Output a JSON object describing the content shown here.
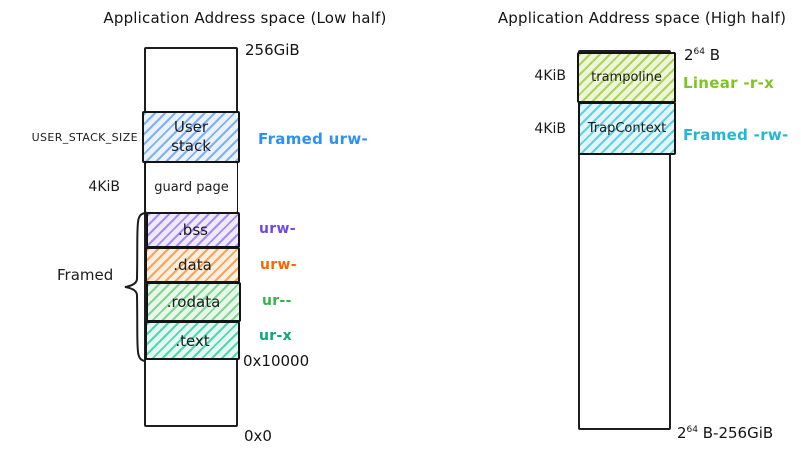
{
  "colors": {
    "ink": "#1c1c1c",
    "user_stack_perm_blue": "#2e90f0",
    "bss_perm_purple": "#7048e8",
    "data_perm_orange": "#f76707",
    "rodata_perm_green": "#37b24d",
    "text_perm_teal": "#0ca678",
    "trampoline_perm_green": "#7fc327",
    "trap_context_perm_cyan": "#22b8cf"
  },
  "left_diagram": {
    "title": "Application Address space (Low half)",
    "addresses": {
      "top": "256GiB",
      "text_base": "0x10000",
      "bottom": "0x0"
    },
    "size_labels": {
      "user_stack": "USER_STACK_SIZE",
      "guard": "4KiB"
    },
    "brace_label": "Framed",
    "segments": {
      "user_stack": {
        "label": "User stack",
        "perm": "Framed urw-",
        "perm_color": "#2e90f0"
      },
      "guard_page": {
        "label": "guard page"
      },
      "bss": {
        "label": ".bss",
        "perm": "urw-",
        "perm_color": "#7048e8"
      },
      "data": {
        "label": ".data",
        "perm": "urw-",
        "perm_color": "#f76707"
      },
      "rodata": {
        "label": ".rodata",
        "perm": "ur--",
        "perm_color": "#37b24d"
      },
      "text": {
        "label": ".text",
        "perm": "ur-x",
        "perm_color": "#0ca678"
      }
    }
  },
  "right_diagram": {
    "title": "Application Address space (High half)",
    "addresses": {
      "top_base": "2",
      "top_exp": "64",
      "top_suffix": " B",
      "bottom_base": "2",
      "bottom_exp": "64",
      "bottom_suffix": " B-256GiB"
    },
    "size_labels": {
      "trampoline": "4KiB",
      "trap_context": "4KiB"
    },
    "segments": {
      "trampoline": {
        "label": "trampoline",
        "perm": "Linear -r-x",
        "perm_color": "#7fc327"
      },
      "trap_context": {
        "label": "TrapContext",
        "perm": "Framed -rw-",
        "perm_color": "#22b8cf"
      }
    }
  }
}
